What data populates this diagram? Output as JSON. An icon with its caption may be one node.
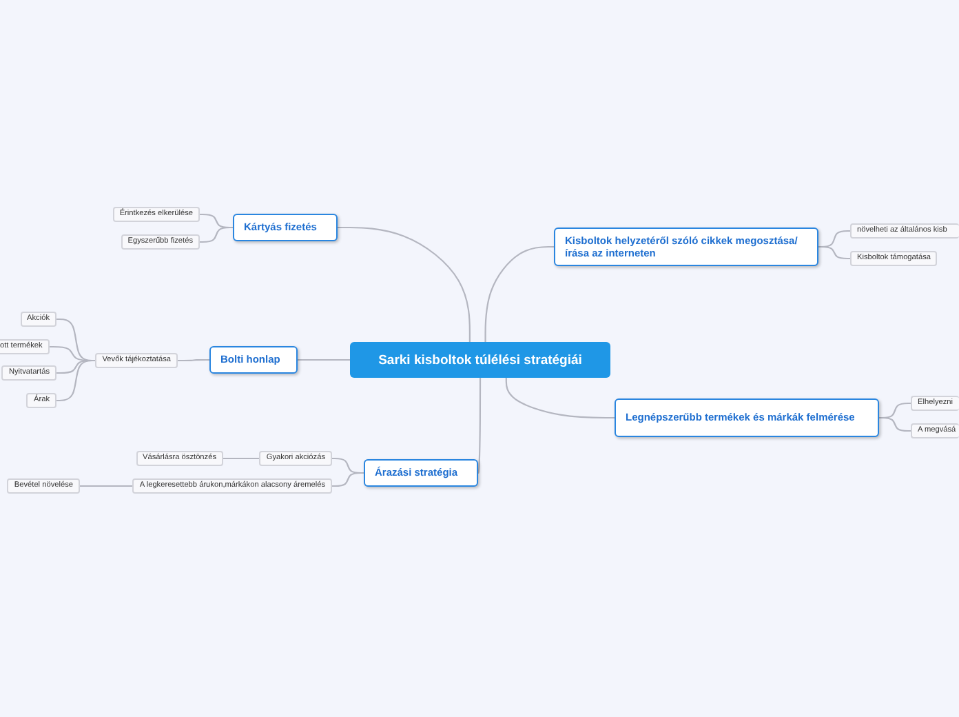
{
  "diagram": {
    "nodes": [
      {
        "text": [
          "Sarki kisboltok túlélési stratégiái"
        ]
      },
      {
        "text": [
          "Kártyás fizetés"
        ]
      },
      {
        "text": [
          "Érintkezés elkerülése"
        ]
      },
      {
        "text": [
          "Egyszerűbb fizetés"
        ]
      },
      {
        "text": [
          "Bolti honlap"
        ]
      },
      {
        "text": [
          "Vevők tájékoztatása"
        ]
      },
      {
        "text": [
          "Akciók"
        ]
      },
      {
        "text": [
          "ott termékek"
        ]
      },
      {
        "text": [
          "Nyitvatartás"
        ]
      },
      {
        "text": [
          "Árak"
        ]
      },
      {
        "text": [
          "Árazási stratégia"
        ]
      },
      {
        "text": [
          "Gyakori akciózás"
        ]
      },
      {
        "text": [
          "Vásárlásra ösztönzés"
        ]
      },
      {
        "text": [
          "A legkeresettebb árukon,márkákon alacsony áremelés"
        ]
      },
      {
        "text": [
          "Bevétel növelése"
        ]
      },
      {
        "text": [
          "Kisboltok helyzetéről szóló cikkek megosztása/írása az interneten"
        ]
      },
      {
        "text": [
          "növelheti az általános kisb"
        ]
      },
      {
        "text": [
          "Kisboltok támogatása"
        ]
      },
      {
        "text": [
          "Legnépszerűbb termékek és márkák felmérése"
        ]
      },
      {
        "text": [
          "Elhelyezni"
        ]
      },
      {
        "text": [
          "A megvásá"
        ]
      }
    ],
    "edges": [
      {
        "from": 0,
        "to": 1,
        "arrow": "none"
      },
      {
        "from": 1,
        "to": 2,
        "arrow": "none"
      },
      {
        "from": 1,
        "to": 3,
        "arrow": "none"
      },
      {
        "from": 0,
        "to": 4,
        "arrow": "none"
      },
      {
        "from": 4,
        "to": 5,
        "arrow": "none"
      },
      {
        "from": 5,
        "to": 6,
        "arrow": "none"
      },
      {
        "from": 5,
        "to": 7,
        "arrow": "none"
      },
      {
        "from": 5,
        "to": 8,
        "arrow": "none"
      },
      {
        "from": 5,
        "to": 9,
        "arrow": "none"
      },
      {
        "from": 0,
        "to": 10,
        "arrow": "none"
      },
      {
        "from": 10,
        "to": 11,
        "arrow": "none"
      },
      {
        "from": 11,
        "to": 12,
        "arrow": "none"
      },
      {
        "from": 10,
        "to": 13,
        "arrow": "none"
      },
      {
        "from": 13,
        "to": 14,
        "arrow": "none"
      },
      {
        "from": 0,
        "to": 15,
        "arrow": "none"
      },
      {
        "from": 15,
        "to": 16,
        "arrow": "none"
      },
      {
        "from": 15,
        "to": 17,
        "arrow": "none"
      },
      {
        "from": 0,
        "to": 18,
        "arrow": "none"
      },
      {
        "from": 18,
        "to": 19,
        "arrow": "none"
      },
      {
        "from": 18,
        "to": 20,
        "arrow": "none"
      }
    ]
  }
}
